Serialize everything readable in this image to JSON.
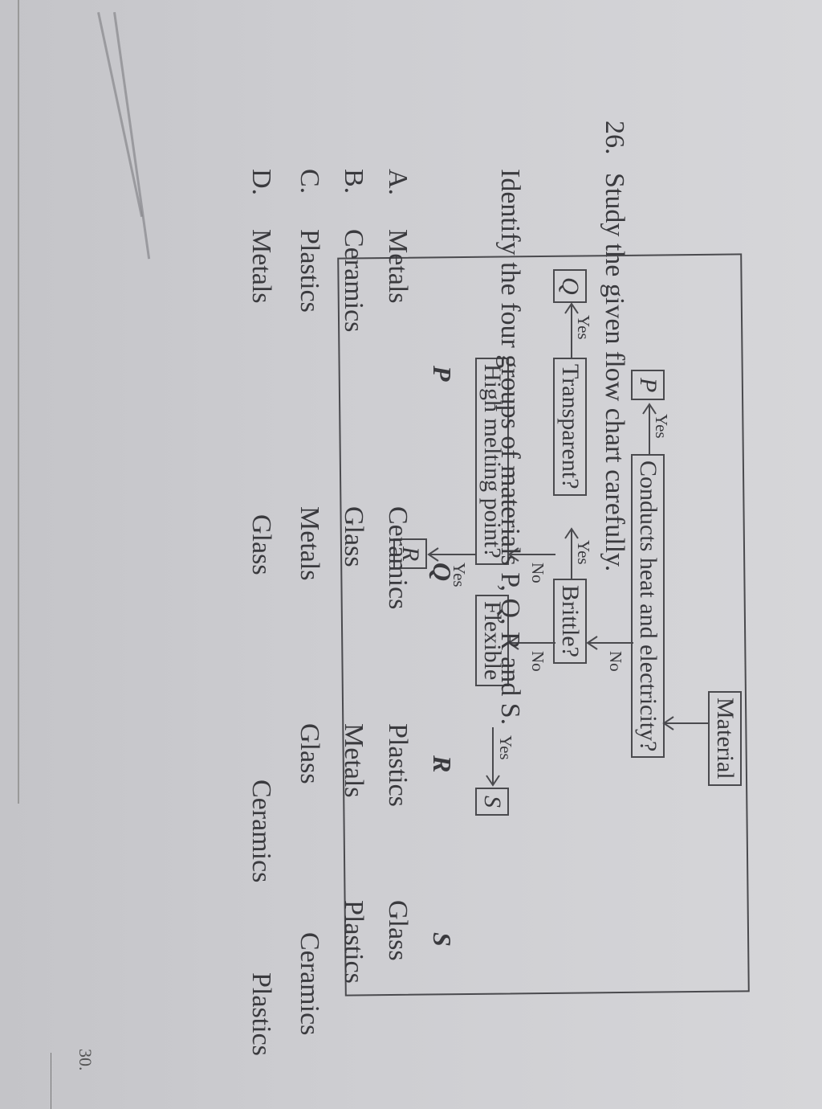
{
  "question": {
    "number": "26.",
    "prompt": "Study the given flow chart carefully.",
    "identify_text": "Identify the four groups of materials P, Q, R and S."
  },
  "flowchart": {
    "nodes": {
      "start": "Material",
      "conducts": "Conducts heat and electricity?",
      "brittle": "Brittle?",
      "transparent": "Transparent?",
      "high_melting": "High melting point?",
      "flexible": "Flexible",
      "p": "P",
      "q": "Q",
      "r": "R",
      "s": "S"
    },
    "edge_labels": {
      "conducts_yes": "Yes",
      "conducts_no": "No",
      "brittle_yes": "Yes",
      "brittle_no": "No",
      "transparent_yes": "Yes",
      "transparent_no": "No",
      "high_melting_yes": "Yes",
      "flexible_yes": "Yes"
    }
  },
  "options": {
    "headers": [
      "P",
      "Q",
      "R",
      "S"
    ],
    "rows": [
      {
        "label": "A.",
        "p": "Metals",
        "q": "Ceramics",
        "r": "Plastics",
        "s": "Glass"
      },
      {
        "label": "B.",
        "p": "Ceramics",
        "q": "Glass",
        "r": "Metals",
        "s": "Plastics"
      },
      {
        "label": "C.",
        "p": "Plastics",
        "q": "Metals",
        "r": "Glass",
        "s": "Ceramics"
      },
      {
        "label": "D.",
        "p": "Metals",
        "q": "Glass",
        "r": "Ceramics",
        "s": "Plastics"
      }
    ]
  },
  "margin": {
    "next_question_number": "30."
  }
}
